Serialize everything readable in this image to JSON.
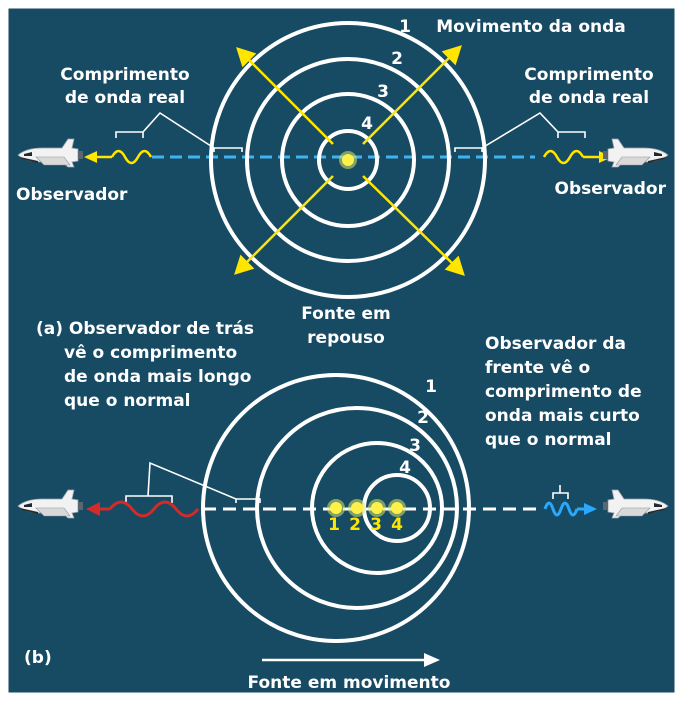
{
  "colors": {
    "background": "#174a63",
    "border": "#ffffff",
    "circle": "#ffffff",
    "arrow": "#ffe500",
    "source": "#fff04a",
    "source_glow": "#d6e86a",
    "wave_yellow": "#ffe500",
    "wave_red": "#d42a2a",
    "wave_blue": "#2aa8ff",
    "dash_blue": "#3fb4f0"
  },
  "top": {
    "motion_label": "Movimento da onda",
    "wave_numbers": [
      "1",
      "2",
      "3",
      "4"
    ],
    "left_wavelength": [
      "Comprimento",
      "de onda real"
    ],
    "right_wavelength": [
      "Comprimento",
      "de onda real"
    ],
    "left_observer": "Observador",
    "right_observer": "Observador",
    "source_caption": [
      "Fonte em",
      "repouso"
    ]
  },
  "bottom": {
    "panel_a_caption": [
      "(a) Observador de trás",
      "vê o comprimento",
      "de onda mais longo",
      "que o normal"
    ],
    "front_caption": [
      "Observador da",
      "frente vê o",
      "comprimento de",
      "onda mais curto",
      "que o normal"
    ],
    "wave_numbers": [
      "1",
      "2",
      "3",
      "4"
    ],
    "source_labels": [
      "1",
      "2",
      "3",
      "4"
    ],
    "panel_b_label": "(b)",
    "motion_label": "Fonte em movimento"
  },
  "icons": {
    "observer": "space-shuttle-icon",
    "motion": "arrow-right-icon"
  }
}
